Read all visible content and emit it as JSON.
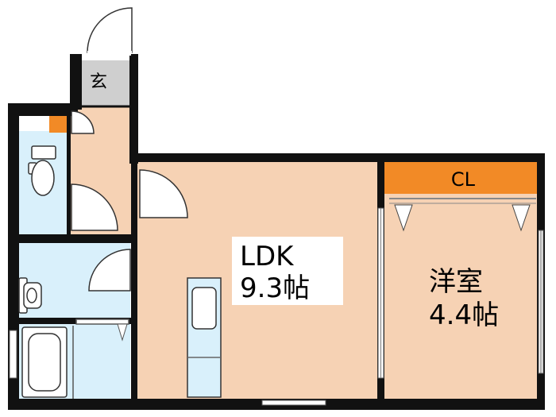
{
  "floorplan": {
    "entrance": {
      "label": "玄"
    },
    "ldk": {
      "name": "LDK",
      "size": "9.3帖"
    },
    "western_room": {
      "name": "洋室",
      "size": "4.4帖"
    },
    "closet": {
      "label": "CL"
    }
  },
  "colors": {
    "wall": "#111111",
    "room_floor": "#f6d2b4",
    "wet_area": "#d9f0fb",
    "entrance_floor": "#cfcfcf",
    "closet": "#f28a26",
    "meter_box": "#f28a26",
    "kitchen": "#d9f0fb",
    "window": "#ffffff"
  }
}
